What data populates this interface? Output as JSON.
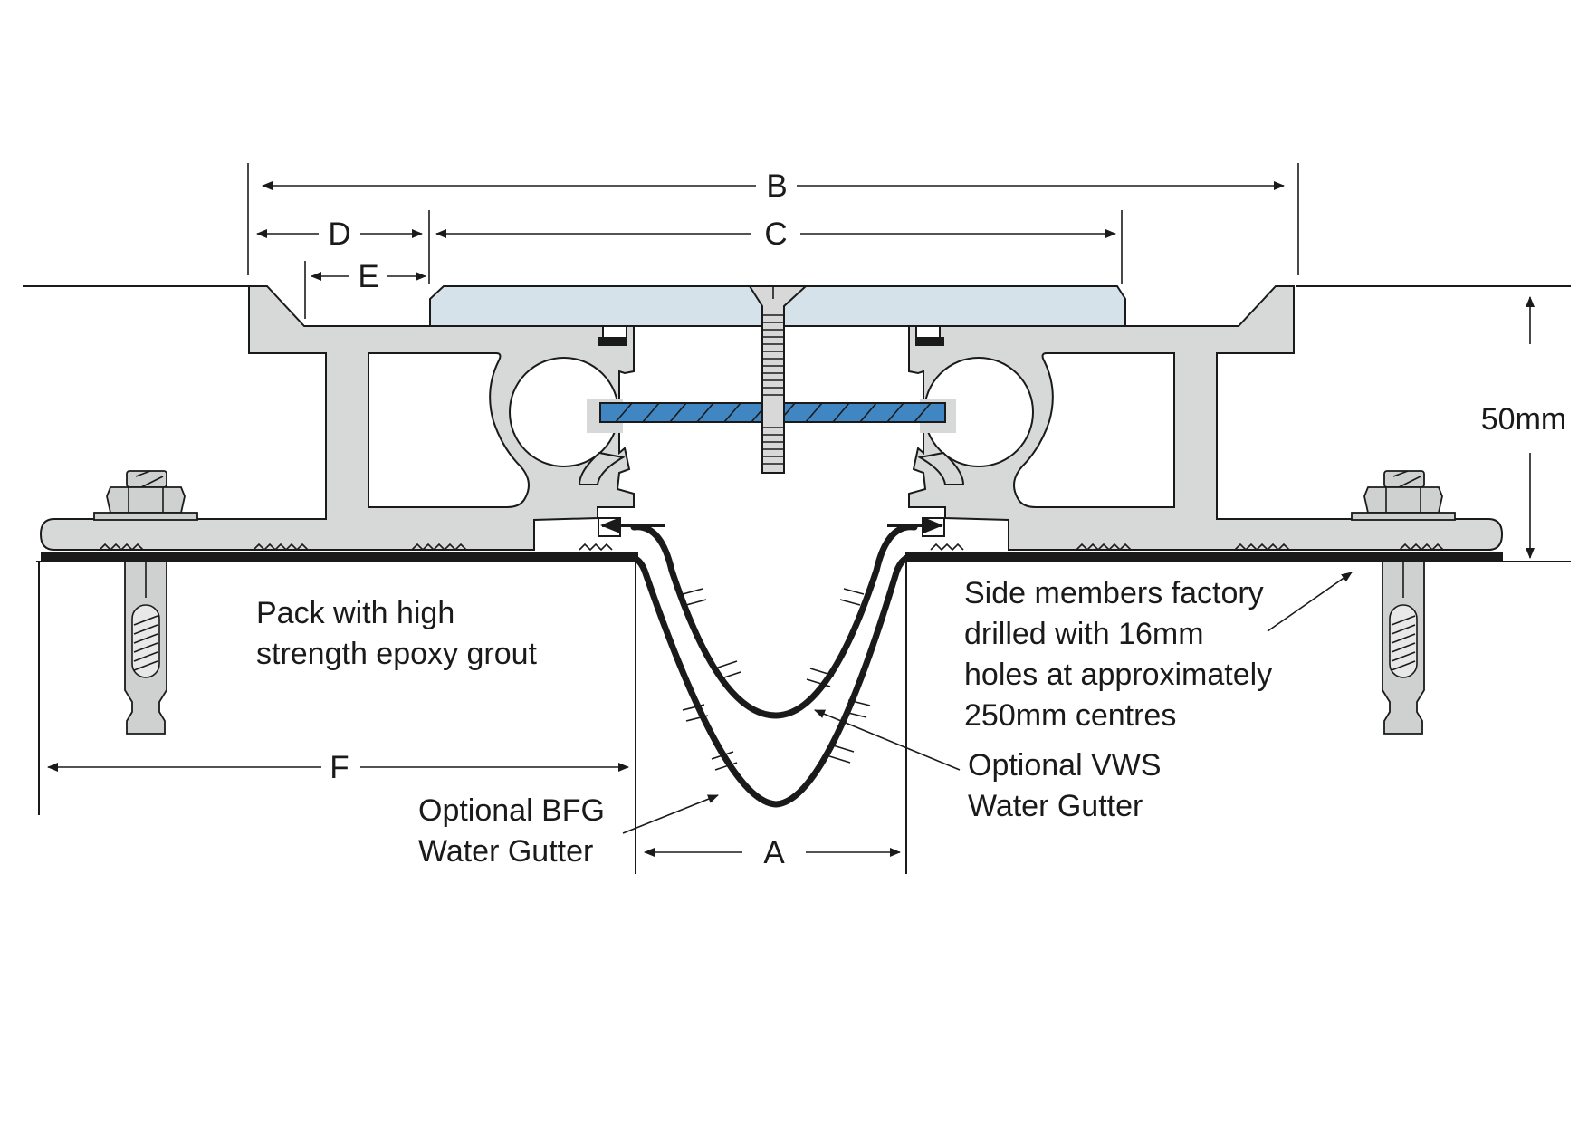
{
  "dimensions": {
    "a": "A",
    "b": "B",
    "c": "C",
    "d": "D",
    "e": "E",
    "f": "F",
    "height": "50mm"
  },
  "notes": {
    "grout": [
      "Pack with high",
      "strength epoxy grout"
    ],
    "side_members": [
      "Side members factory",
      "drilled with 16mm",
      "holes at approximately",
      "250mm centres"
    ],
    "vws": [
      "Optional VWS",
      "Water Gutter"
    ],
    "bfg": [
      "Optional BFG",
      "Water Gutter"
    ]
  },
  "colors": {
    "aluminium": "#d7d9d9",
    "cover_plate": "#d6e2ea",
    "blue_bar": "#3f86c3",
    "bedding": "#1a1a1a"
  }
}
